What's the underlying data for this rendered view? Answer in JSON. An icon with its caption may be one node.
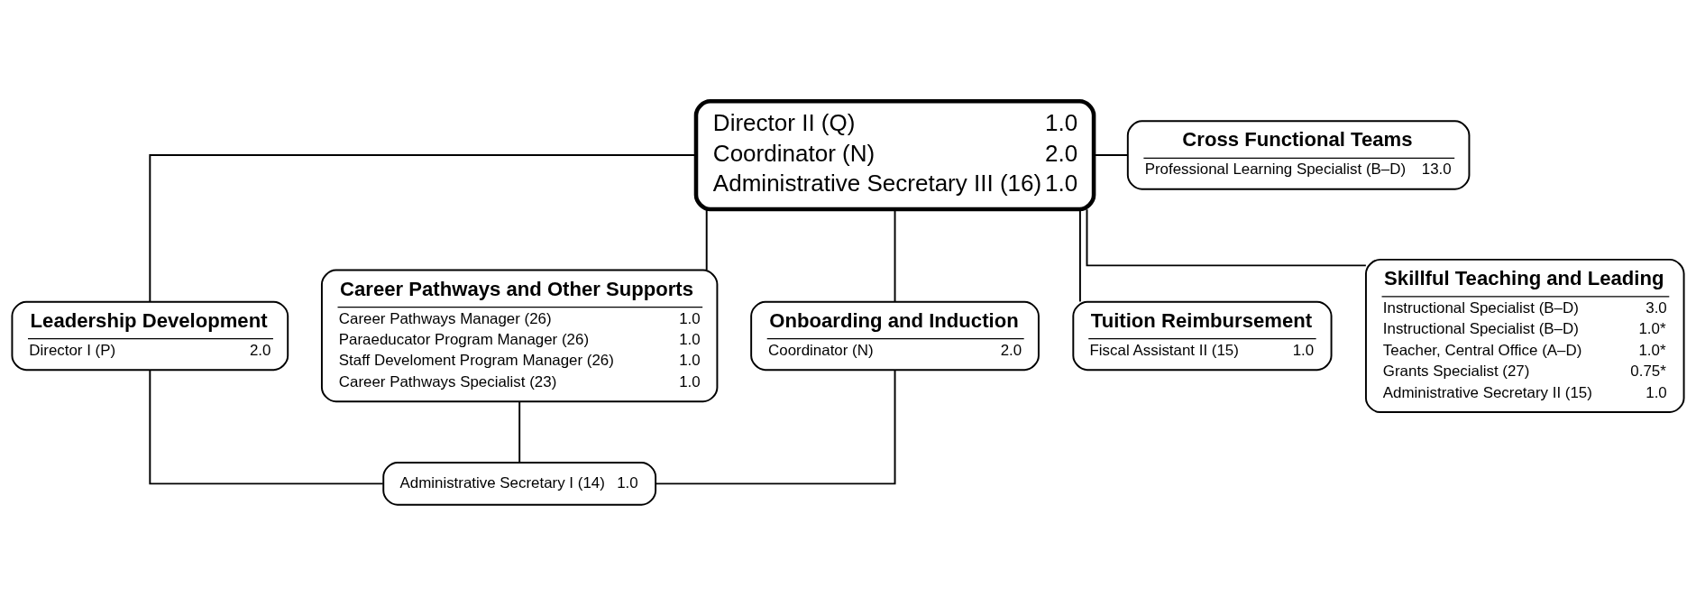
{
  "diagram": {
    "nodes": [
      {
        "text": [
          "Director II (Q)",
          "1.0",
          "Coordinator (N)",
          "2.0",
          "Administrative Secretary III (16)",
          "1.0"
        ]
      },
      {
        "text": [
          "Cross Functional Teams",
          "Professional Learning Specialist (B–D)",
          "13.0"
        ]
      },
      {
        "text": [
          "Leadership Development",
          "Director I (P)",
          "2.0"
        ]
      },
      {
        "text": [
          "Career Pathways and Other Supports",
          "Career Pathways Manager (26)",
          "1.0",
          "Paraeducator Program Manager (26)",
          "1.0",
          "Staff Develoment Program Manager (26)",
          "1.0",
          "Career Pathways Specialist (23)",
          "1.0"
        ]
      },
      {
        "text": [
          "Onboarding and Induction",
          "Coordinator (N)",
          "2.0"
        ]
      },
      {
        "text": [
          "Tuition Reimbursement",
          "Fiscal Assistant II (15)",
          "1.0"
        ]
      },
      {
        "text": [
          "Skillful Teaching and Leading",
          "Instructional Specialist (B–D)",
          "3.0",
          "Instructional Specialist (B–D)",
          "1.0*",
          "Teacher, Central Office (A–D)",
          "1.0*",
          "Grants Specialist (27)",
          "0.75*",
          "Administrative Secretary II (15)",
          "1.0"
        ]
      },
      {
        "text": [
          "Administrative Secretary I (14)",
          "1.0"
        ]
      }
    ],
    "edges": [
      {
        "from": 0,
        "to": 1,
        "arrow": "none"
      },
      {
        "from": 0,
        "to": 2,
        "arrow": "none"
      },
      {
        "from": 0,
        "to": 3,
        "arrow": "none"
      },
      {
        "from": 0,
        "to": 4,
        "arrow": "none"
      },
      {
        "from": 0,
        "to": 5,
        "arrow": "none"
      },
      {
        "from": 0,
        "to": 6,
        "arrow": "none"
      },
      {
        "from": 2,
        "to": 7,
        "arrow": "none"
      },
      {
        "from": 3,
        "to": 7,
        "arrow": "none"
      },
      {
        "from": 4,
        "to": 7,
        "arrow": "none"
      }
    ]
  }
}
